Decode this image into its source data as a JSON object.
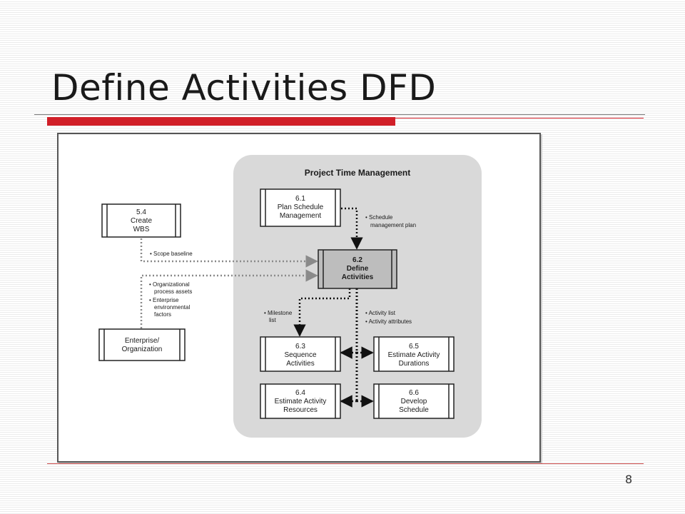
{
  "slide": {
    "title": "Define Activities DFD",
    "page_number": "8"
  },
  "diagram": {
    "region_title": "Project Time Management",
    "processes": {
      "p61": {
        "id": "6.1",
        "lines": [
          "Plan Schedule",
          "Management"
        ]
      },
      "p62": {
        "id": "6.2",
        "lines": [
          "Define",
          "Activities"
        ]
      },
      "p63": {
        "id": "6.3",
        "lines": [
          "Sequence",
          "Activities"
        ]
      },
      "p64": {
        "id": "6.4",
        "lines": [
          "Estimate Activity",
          "Resources"
        ]
      },
      "p65": {
        "id": "6.5",
        "lines": [
          "Estimate Activity",
          "Durations"
        ]
      },
      "p66": {
        "id": "6.6",
        "lines": [
          "Develop",
          "Schedule"
        ]
      },
      "p54": {
        "id": "5.4",
        "lines": [
          "Create",
          "WBS"
        ]
      },
      "ent": {
        "id": "",
        "lines": [
          "Enterprise/",
          "Organization"
        ]
      }
    },
    "flows": {
      "schedule_plan": [
        "• Schedule",
        "management plan"
      ],
      "scope_baseline": [
        "• Scope baseline"
      ],
      "org_inputs": [
        "• Organizational",
        "process assets",
        "• Enterprise",
        "environmental",
        "factors"
      ],
      "milestone": [
        "• Milestone",
        "list"
      ],
      "activity_outputs": [
        "• Activity list",
        "• Activity attributes"
      ]
    }
  }
}
